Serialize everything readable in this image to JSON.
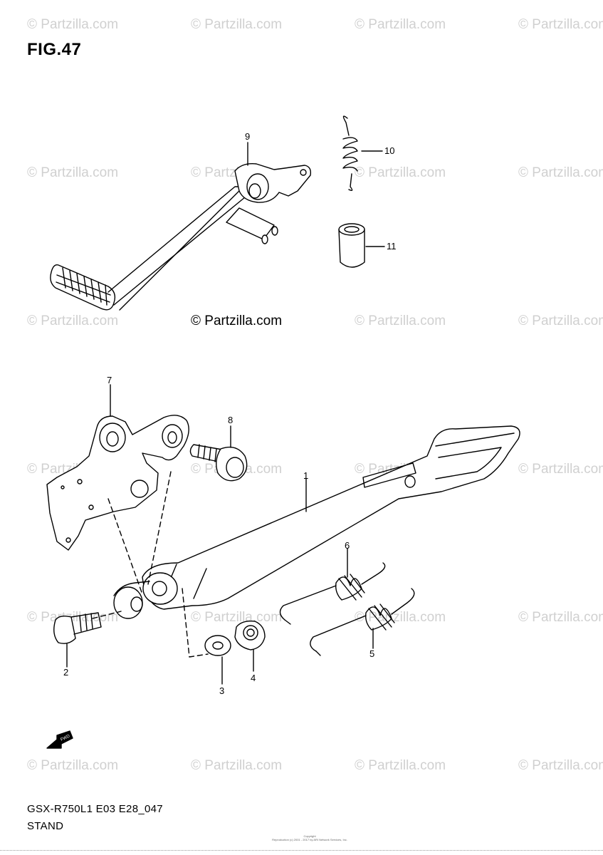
{
  "figure_title": "FIG.47",
  "watermark_text": "© Partzilla.com",
  "center_watermark": "© Partzilla.com",
  "footer": {
    "model_code": "GSX-R750L1  E03 E28_047",
    "section_title": "STAND",
    "copyright_lines": [
      "Copyright",
      "Reproduction (c) 2001 - 2017 by ARI Network Services, Inc."
    ]
  },
  "fwd_label": "FWD",
  "parts": [
    {
      "number": "1"
    },
    {
      "number": "2"
    },
    {
      "number": "3"
    },
    {
      "number": "4"
    },
    {
      "number": "5"
    },
    {
      "number": "6"
    },
    {
      "number": "7"
    },
    {
      "number": "8"
    },
    {
      "number": "9"
    },
    {
      "number": "10"
    },
    {
      "number": "11"
    }
  ]
}
